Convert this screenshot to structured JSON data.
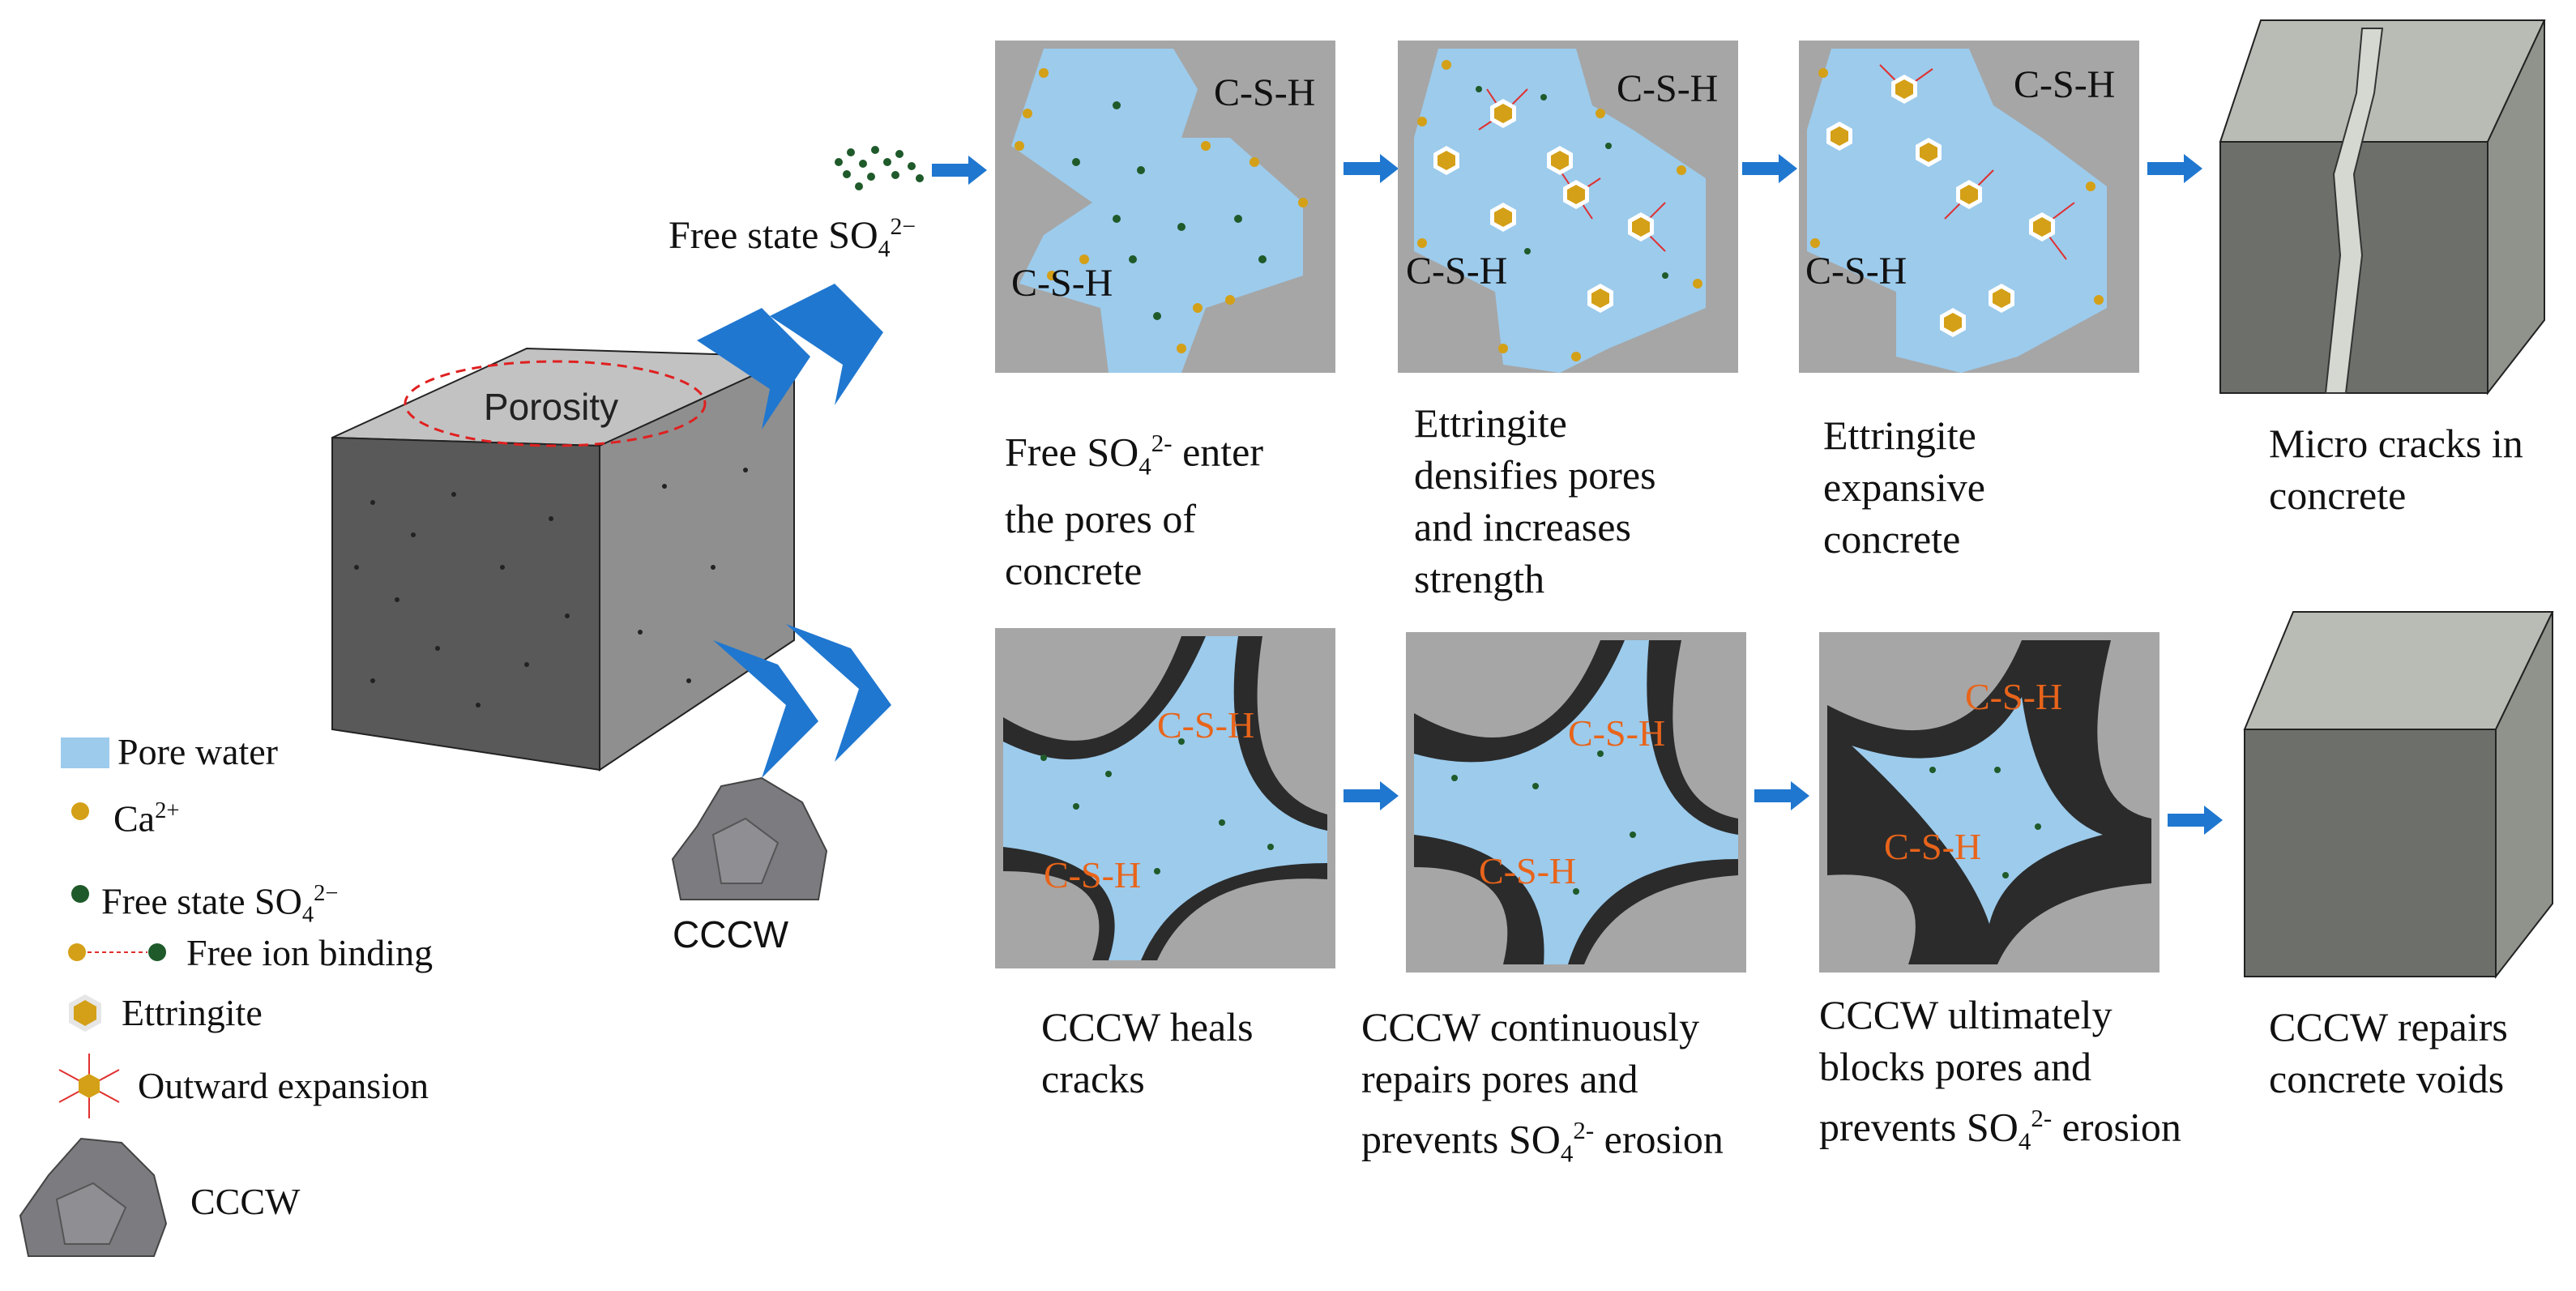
{
  "cube_label": "Porosity",
  "free_state": {
    "label": "Free state SO",
    "sub": "4",
    "sup": "2−"
  },
  "cccw_label": "CCCW",
  "csh": "C-S-H",
  "top_captions": [
    {
      "pre": "Free SO",
      "sub": "4",
      "sup": "2-",
      "post": " enter",
      "line2": "the pores of",
      "line3": "concrete"
    },
    {
      "line1": "Ettringite",
      "line2": "densifies pores",
      "line3": "and increases",
      "line4": "strength"
    },
    {
      "line1": "Ettringite",
      "line2": "expansive",
      "line3": "concrete"
    },
    {
      "line1": "Micro cracks in",
      "line2": "concrete"
    }
  ],
  "bottom_captions": [
    {
      "line1": "CCCW heals",
      "line2": "cracks"
    },
    {
      "line1": "CCCW continuously",
      "line2": "repairs pores and",
      "pre": "prevents SO",
      "sub": "4",
      "sup": "2-",
      "post": " erosion"
    },
    {
      "line1": "CCCW ultimately",
      "line2": "blocks pores and",
      "pre": "prevents SO",
      "sub": "4",
      "sup": "2-",
      "post": " erosion"
    },
    {
      "line1": "CCCW repairs",
      "line2": "concrete voids"
    }
  ],
  "legend": {
    "pore_water": "Pore water",
    "ca": {
      "pre": "Ca",
      "sup": "2+"
    },
    "so4": {
      "pre": "Free state SO",
      "sub": "4",
      "sup": "2−"
    },
    "binding": "Free ion binding",
    "ettringite": "Ettringite",
    "expansion": "Outward expansion",
    "cccw": "CCCW"
  },
  "colors": {
    "pore_water": "#9ccbec",
    "matrix": "#a6a6a6",
    "ca": "#d4a017",
    "so4": "#1f5a2a",
    "arrow": "#1f77d0",
    "csh_orange": "#e8641a",
    "dark_layer": "#2b2b2b",
    "expansion": "#e03030"
  }
}
